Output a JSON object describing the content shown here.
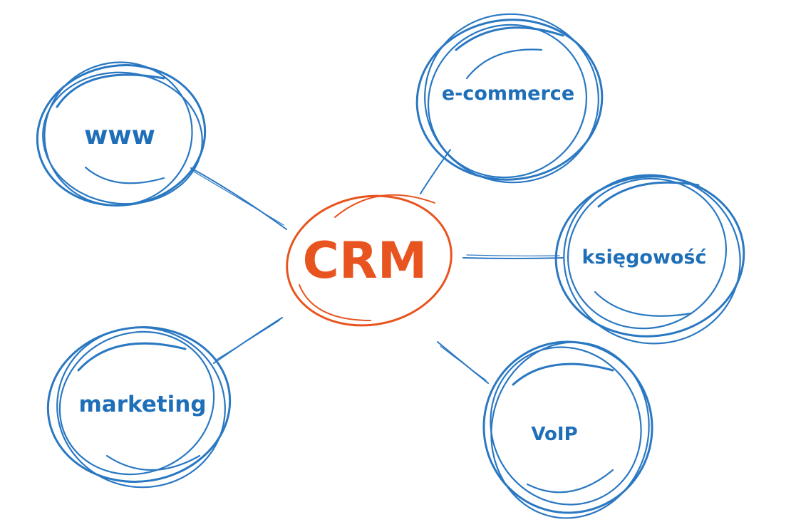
{
  "diagram": {
    "center": {
      "label": "CRM",
      "color": "#e8541f"
    },
    "node_color": "#2a78c2",
    "nodes": [
      {
        "id": "www",
        "label": "www"
      },
      {
        "id": "e-commerce",
        "label": "e-commerce"
      },
      {
        "id": "ksiegowosc",
        "label": "księgowość"
      },
      {
        "id": "marketing",
        "label": "marketing"
      },
      {
        "id": "voip",
        "label": "VoIP"
      }
    ]
  }
}
